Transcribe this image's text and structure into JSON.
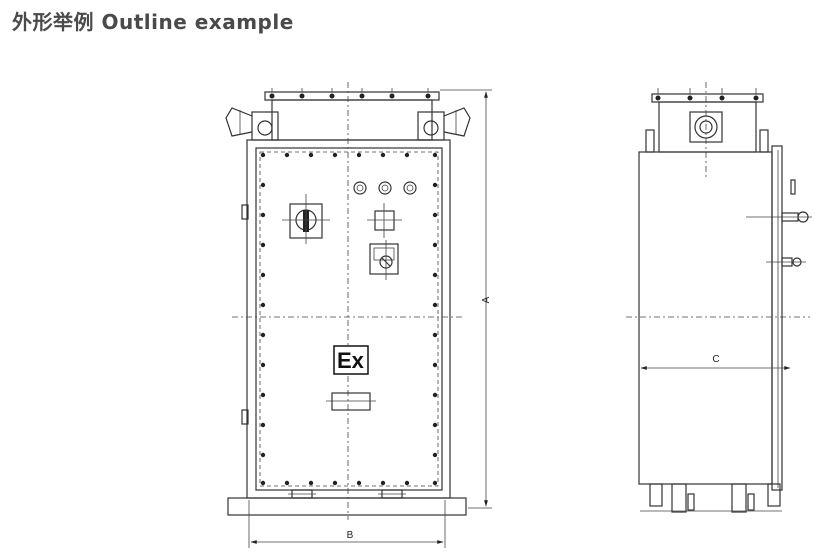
{
  "title": "外形举例 Outline example",
  "dimensions": {
    "a": "A",
    "b": "B",
    "c": "C"
  },
  "front_view": {
    "ex_mark": "Ex"
  }
}
